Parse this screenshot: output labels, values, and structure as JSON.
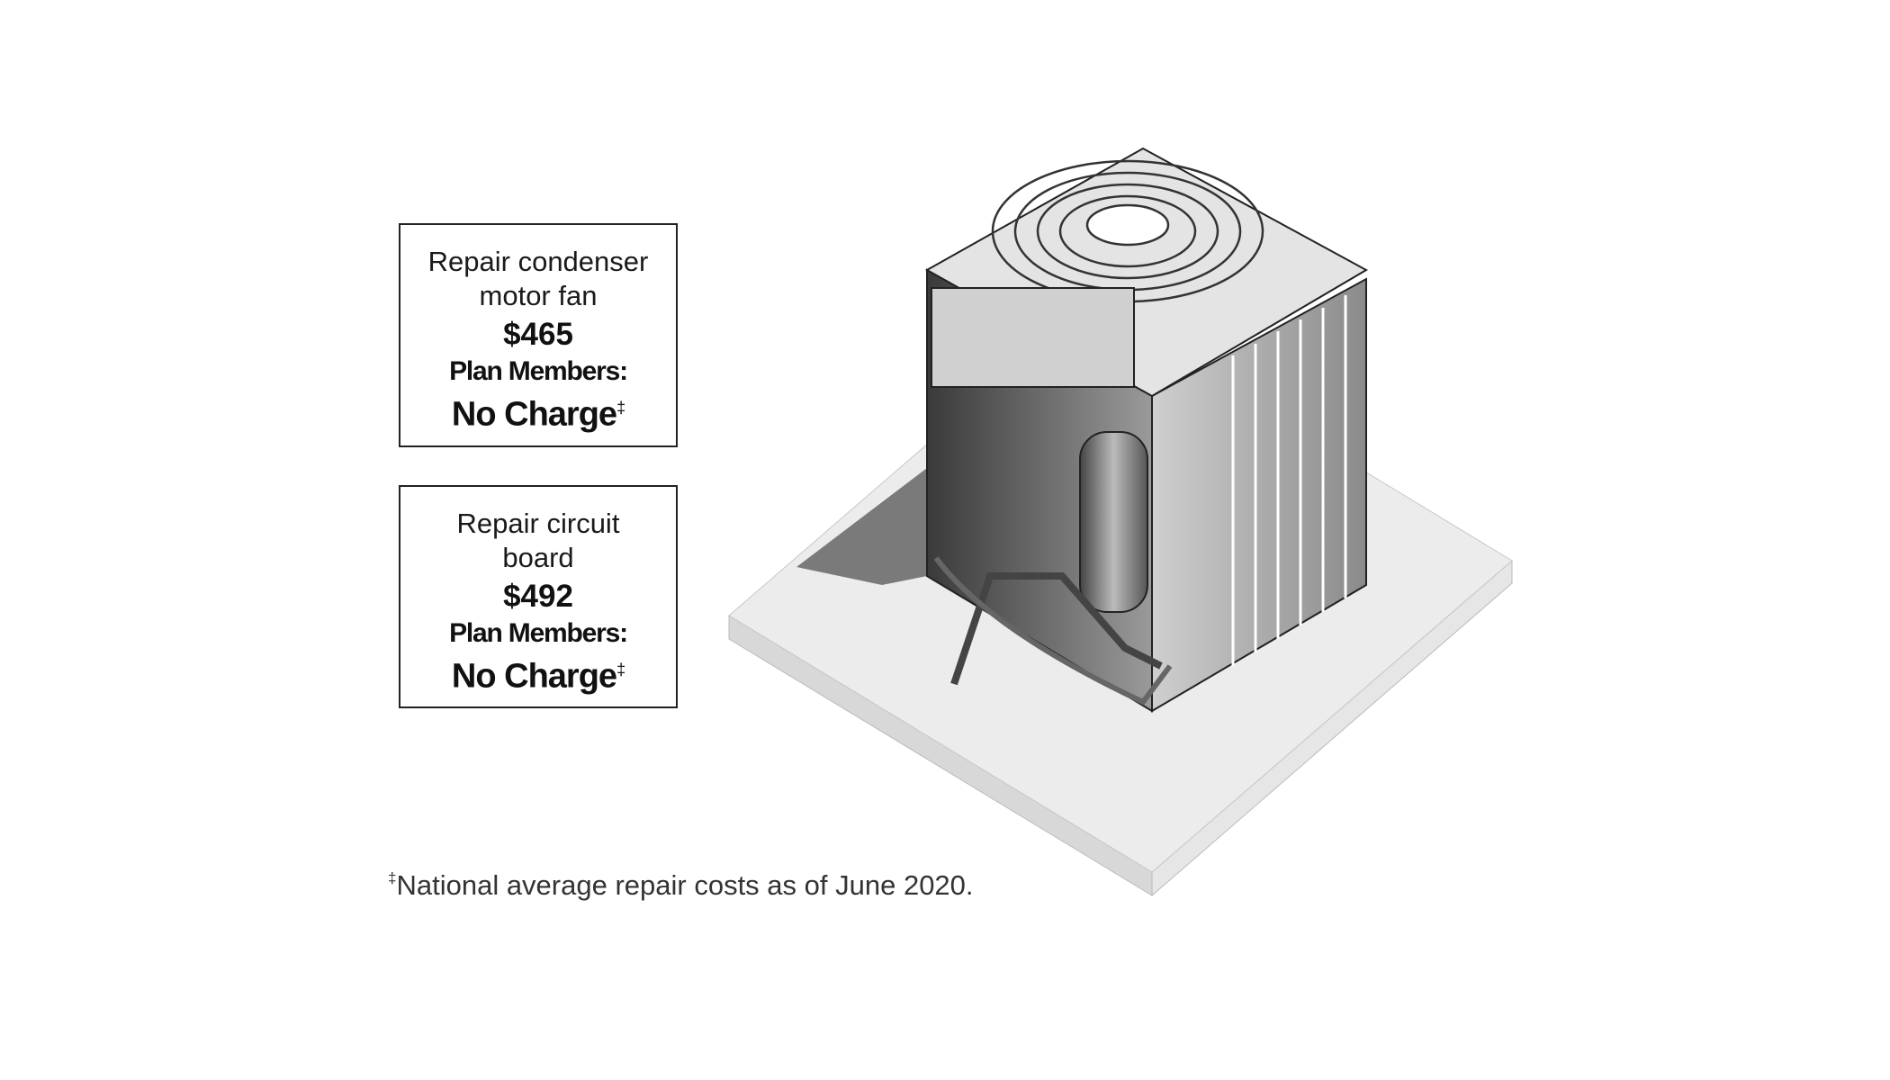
{
  "cards": [
    {
      "description_line1": "Repair condenser",
      "description_line2": "motor fan",
      "price": "$465",
      "plan_label": "Plan Members:",
      "plan_value": "No Charge",
      "marker": "‡"
    },
    {
      "description_line1": "Repair circuit",
      "description_line2": "board",
      "price": "$492",
      "plan_label": "Plan Members:",
      "plan_value": "No Charge",
      "marker": "‡"
    }
  ],
  "footnote": {
    "marker": "‡",
    "text": "National average repair costs as of June 2020."
  },
  "illustration": {
    "name": "ac-condenser-cutaway-icon"
  }
}
